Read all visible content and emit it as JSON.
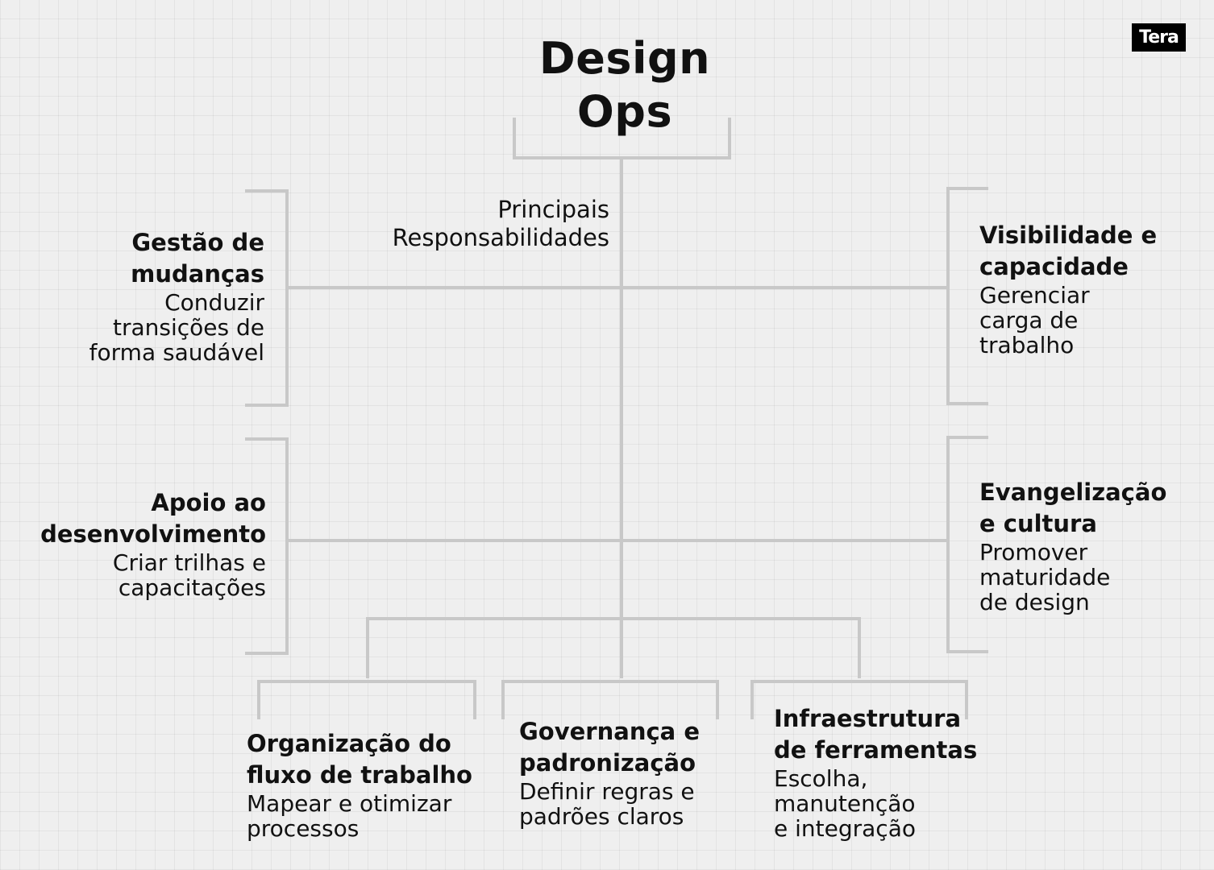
{
  "logo": "Tera",
  "title": {
    "line1": "Design",
    "line2": "Ops"
  },
  "subtitle": {
    "line1": "Principais",
    "line2": "Responsabilidades"
  },
  "nodes": {
    "gestao": {
      "title_lines": [
        "Gestão de",
        "mudanças"
      ],
      "desc_lines": [
        "Conduzir",
        "transições de",
        "forma saudável"
      ]
    },
    "apoio": {
      "title_lines": [
        "Apoio ao",
        "desenvolvimento"
      ],
      "desc_lines": [
        "Criar trilhas e",
        "capacitações"
      ]
    },
    "visibilidade": {
      "title_lines": [
        "Visibilidade e",
        "capacidade"
      ],
      "desc_lines": [
        "Gerenciar",
        "carga de",
        "trabalho"
      ]
    },
    "evangelizacao": {
      "title_lines": [
        "Evangelização",
        "e cultura"
      ],
      "desc_lines": [
        "Promover",
        "maturidade",
        "de design"
      ]
    },
    "organizacao": {
      "title_lines": [
        "Organização do",
        "fluxo de trabalho"
      ],
      "desc_lines": [
        "Mapear e otimizar",
        "processos"
      ]
    },
    "governanca": {
      "title_lines": [
        "Governança e",
        "padronização"
      ],
      "desc_lines": [
        "Definir regras e",
        "padrões claros"
      ]
    },
    "infraestrutura": {
      "title_lines": [
        "Infraestrutura",
        "de ferramentas"
      ],
      "desc_lines": [
        "Escolha,",
        "manutenção",
        "e integração"
      ]
    }
  }
}
